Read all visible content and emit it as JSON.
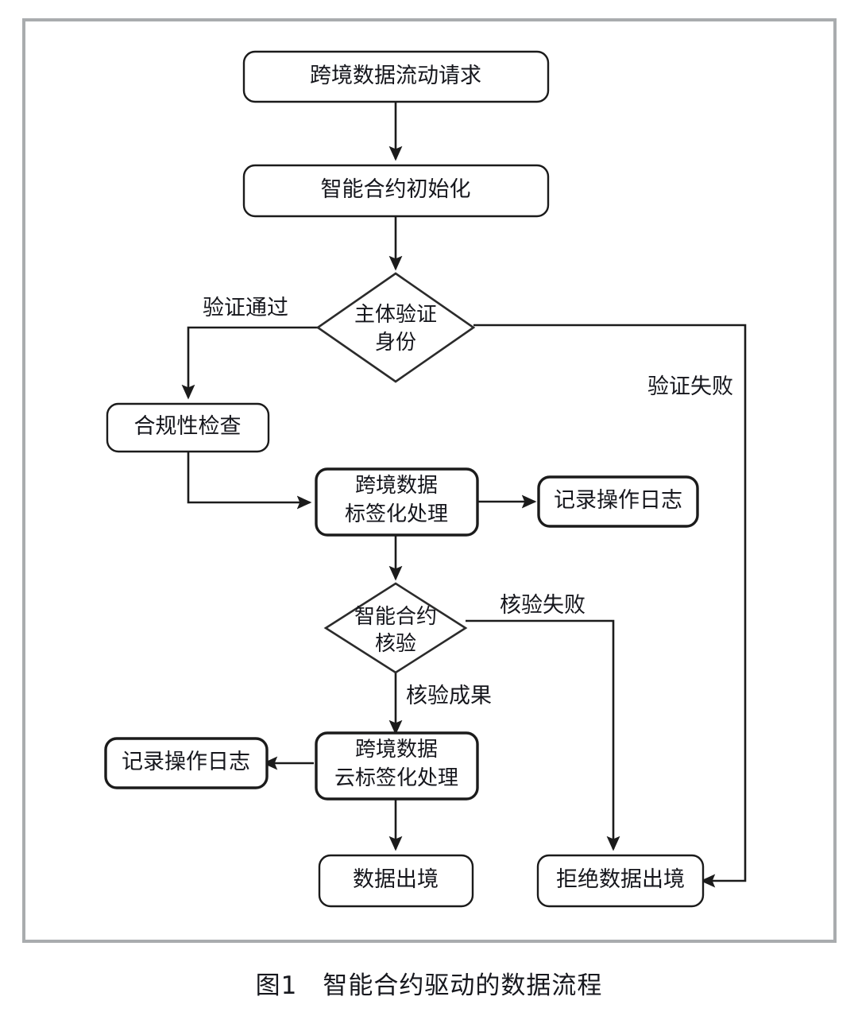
{
  "figure": {
    "caption": "图1　智能合约驱动的数据流程",
    "frame_color": "#a9acae",
    "line_color": "#1b1b1b",
    "text_color": "#15161c",
    "background": "#ffffff"
  },
  "chart_data": {
    "type": "diagram",
    "title": "图1　智能合约驱动的数据流程",
    "orientation": "top-to-bottom",
    "nodes": [
      {
        "id": "request",
        "shape": "rounded-rect",
        "label": "跨境数据流动请求",
        "lines": [
          "跨境数据流动请求"
        ]
      },
      {
        "id": "init",
        "shape": "rounded-rect",
        "label": "智能合约初始化",
        "lines": [
          "智能合约初始化"
        ]
      },
      {
        "id": "verify",
        "shape": "diamond",
        "label": "主体验证身份",
        "lines": [
          "主体验证",
          "身份"
        ]
      },
      {
        "id": "compliance",
        "shape": "rounded-rect",
        "label": "合规性检查",
        "lines": [
          "合规性检查"
        ]
      },
      {
        "id": "tagging",
        "shape": "rounded-rect",
        "label": "跨境数据标签化处理",
        "lines": [
          "跨境数据",
          "标签化处理"
        ]
      },
      {
        "id": "log1",
        "shape": "rounded-rect",
        "label": "记录操作日志",
        "lines": [
          "记录操作日志"
        ]
      },
      {
        "id": "contract",
        "shape": "diamond",
        "label": "智能合约核验",
        "lines": [
          "智能合约",
          "核验"
        ]
      },
      {
        "id": "cloudtag",
        "shape": "rounded-rect",
        "label": "跨境数据云标签化处理",
        "lines": [
          "跨境数据",
          "云标签化处理"
        ]
      },
      {
        "id": "log2",
        "shape": "rounded-rect",
        "label": "记录操作日志",
        "lines": [
          "记录操作日志"
        ]
      },
      {
        "id": "export",
        "shape": "rounded-rect",
        "label": "数据出境",
        "lines": [
          "数据出境"
        ]
      },
      {
        "id": "reject",
        "shape": "rounded-rect",
        "label": "拒绝数据出境",
        "lines": [
          "拒绝数据出境"
        ]
      }
    ],
    "edges": [
      {
        "from": "request",
        "to": "init",
        "label": ""
      },
      {
        "from": "init",
        "to": "verify",
        "label": ""
      },
      {
        "from": "verify",
        "to": "compliance",
        "label": "验证通过"
      },
      {
        "from": "verify",
        "to": "reject",
        "label": "验证失败"
      },
      {
        "from": "compliance",
        "to": "tagging",
        "label": ""
      },
      {
        "from": "tagging",
        "to": "log1",
        "label": ""
      },
      {
        "from": "tagging",
        "to": "contract",
        "label": ""
      },
      {
        "from": "contract",
        "to": "cloudtag",
        "label": "核验成果"
      },
      {
        "from": "contract",
        "to": "reject",
        "label": "核验失败"
      },
      {
        "from": "cloudtag",
        "to": "log2",
        "label": ""
      },
      {
        "from": "cloudtag",
        "to": "export",
        "label": ""
      }
    ]
  },
  "nodes": {
    "request": {
      "line1": "跨境数据流动请求"
    },
    "init": {
      "line1": "智能合约初始化"
    },
    "verify": {
      "line1": "主体验证",
      "line2": "身份"
    },
    "compliance": {
      "line1": "合规性检查"
    },
    "tagging": {
      "line1": "跨境数据",
      "line2": "标签化处理"
    },
    "log1": {
      "line1": "记录操作日志"
    },
    "contract": {
      "line1": "智能合约",
      "line2": "核验"
    },
    "cloudtag": {
      "line1": "跨境数据",
      "line2": "云标签化处理"
    },
    "log2": {
      "line1": "记录操作日志"
    },
    "export": {
      "line1": "数据出境"
    },
    "reject": {
      "line1": "拒绝数据出境"
    }
  },
  "edge_labels": {
    "verify_pass": "验证通过",
    "verify_fail": "验证失败",
    "check_fail": "核验失败",
    "check_pass": "核验成果"
  }
}
